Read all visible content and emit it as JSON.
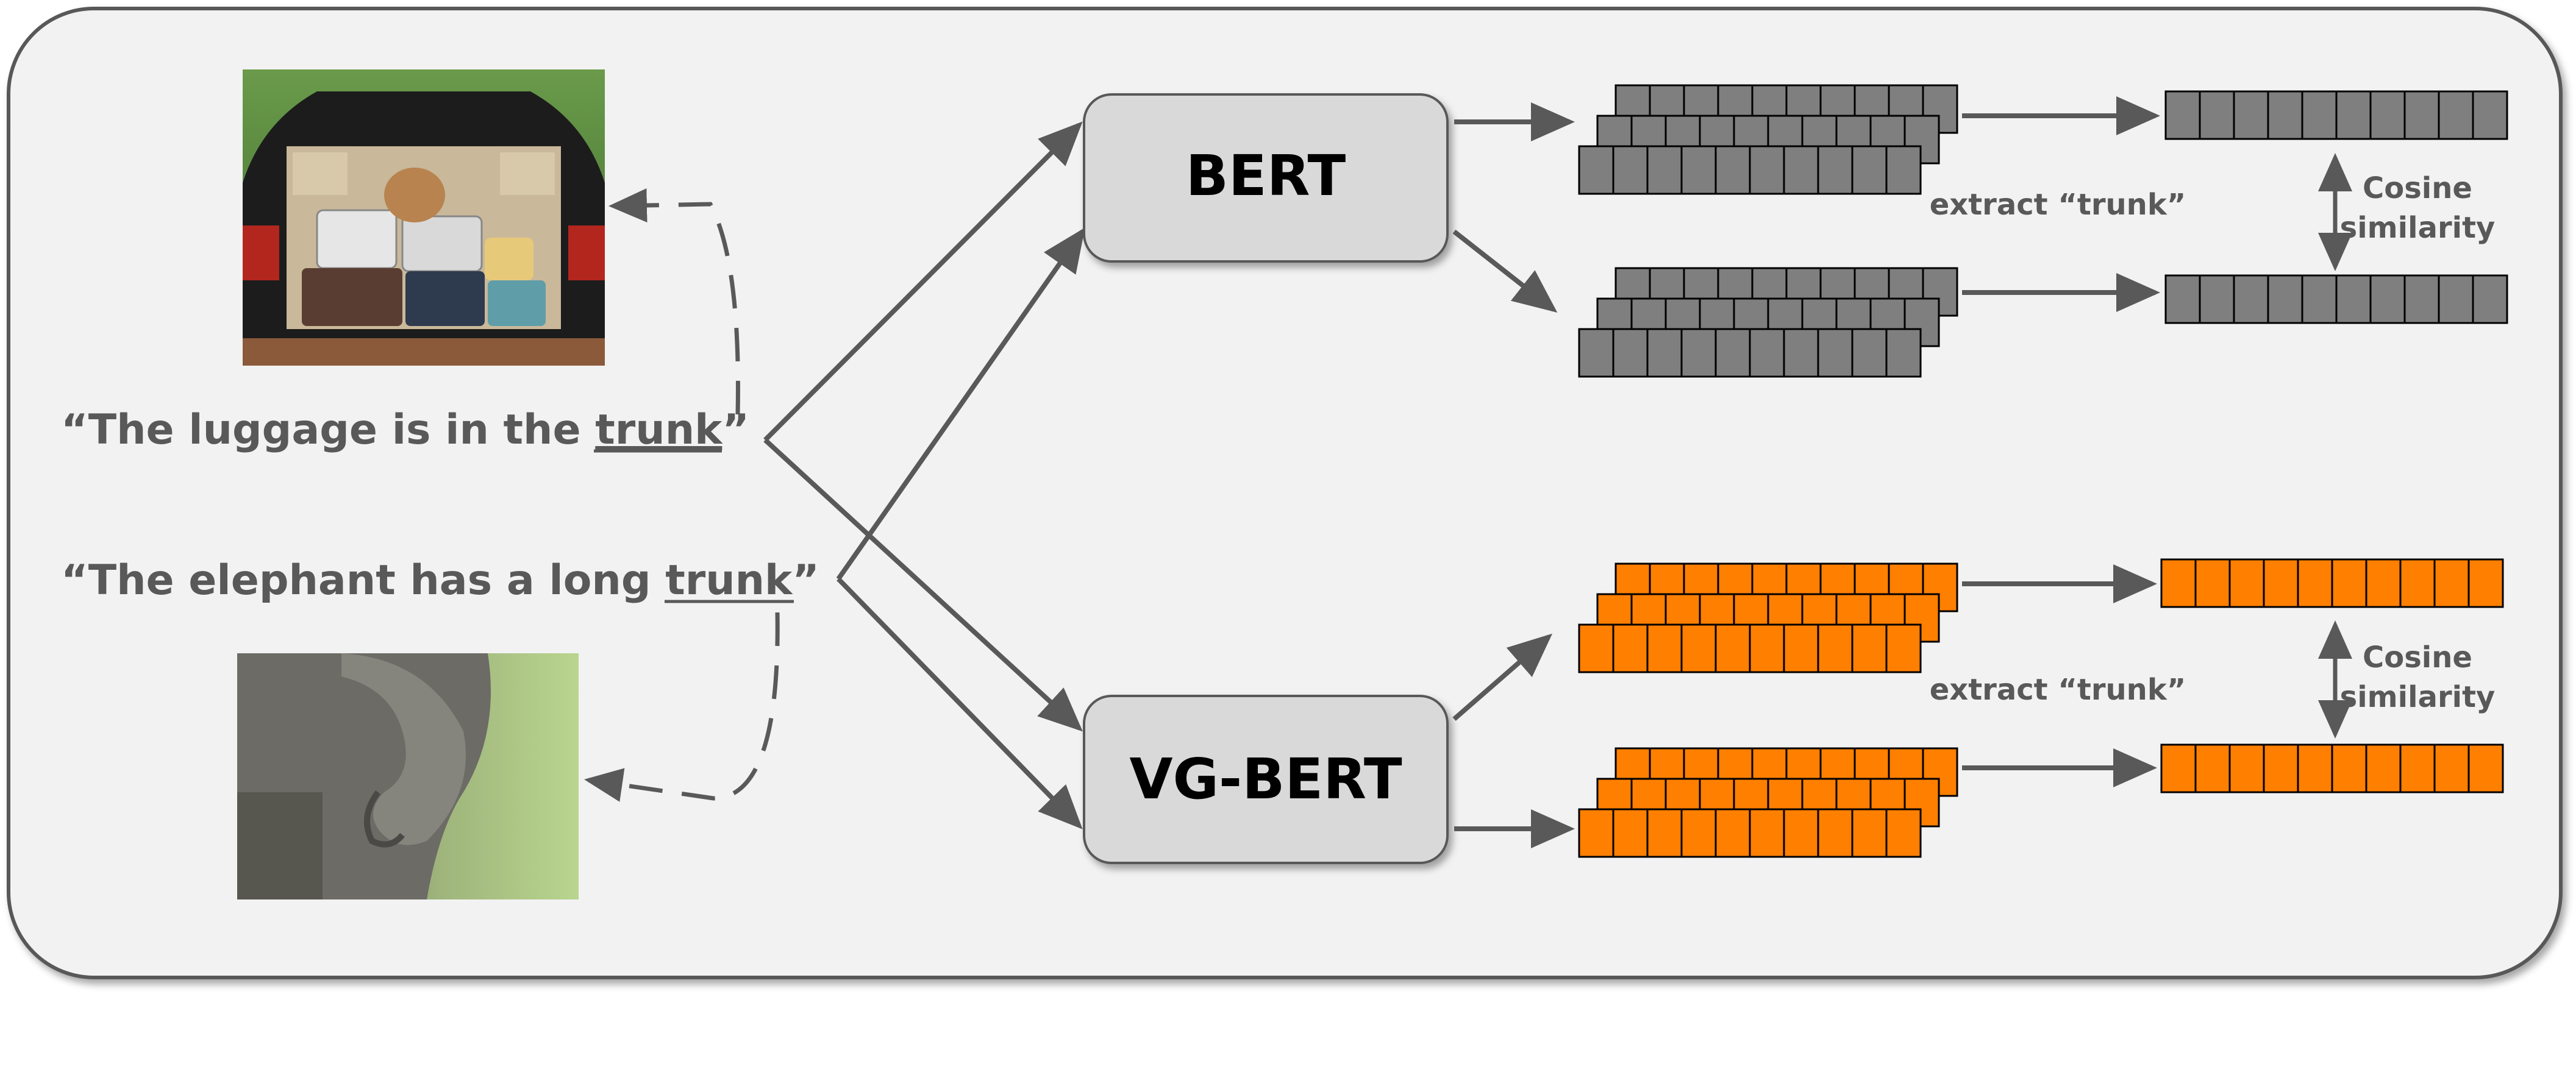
{
  "colors": {
    "panel_fill": "#f2f2f2",
    "panel_stroke": "#595959",
    "box_fill": "#d9d9d9",
    "arrow": "#595959",
    "bert_token": "#7f7f7f",
    "vgbert_token": "#ff7f00",
    "text": "#595959"
  },
  "sentences": {
    "s1_prefix": "“The luggage is in the ",
    "s1_word": "trunk",
    "s1_suffix": "”",
    "s2_prefix": "“The elephant has a long ",
    "s2_word": "trunk",
    "s2_suffix": "”"
  },
  "models": {
    "bert": "BERT",
    "vgbert": "VG-BERT"
  },
  "labels": {
    "extract_top": "extract “trunk”",
    "extract_bottom": "extract “trunk”",
    "cosine_top_1": "Cosine",
    "cosine_top_2": "similarity",
    "cosine_bottom_1": "Cosine",
    "cosine_bottom_2": "similarity"
  },
  "images": {
    "top": "car-trunk-luggage-photo",
    "bottom": "elephant-trunk-photo"
  }
}
